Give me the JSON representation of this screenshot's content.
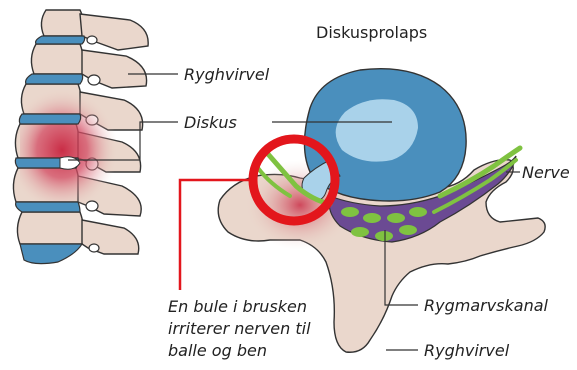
{
  "title": "Diskusprolaps",
  "labels": {
    "vertebra": "Ryghvirvel",
    "disc": "Diskus",
    "nerve": "Nerve",
    "spinal_canal": "Rygmarvskanal",
    "vertebra_bottom": "Ryghvirvel",
    "bulge_line1": "En bule i brusken",
    "bulge_line2": "irriterer nerven til",
    "bulge_line3": "balle og ben"
  },
  "colors": {
    "bone": "#ead7cc",
    "disc": "#4a8fbd",
    "disc_light": "#a9d2ea",
    "inflammation": "#c8243f",
    "highlight_ring": "#e3161c",
    "nerve": "#7fc241",
    "canal": "#6b4a93"
  }
}
